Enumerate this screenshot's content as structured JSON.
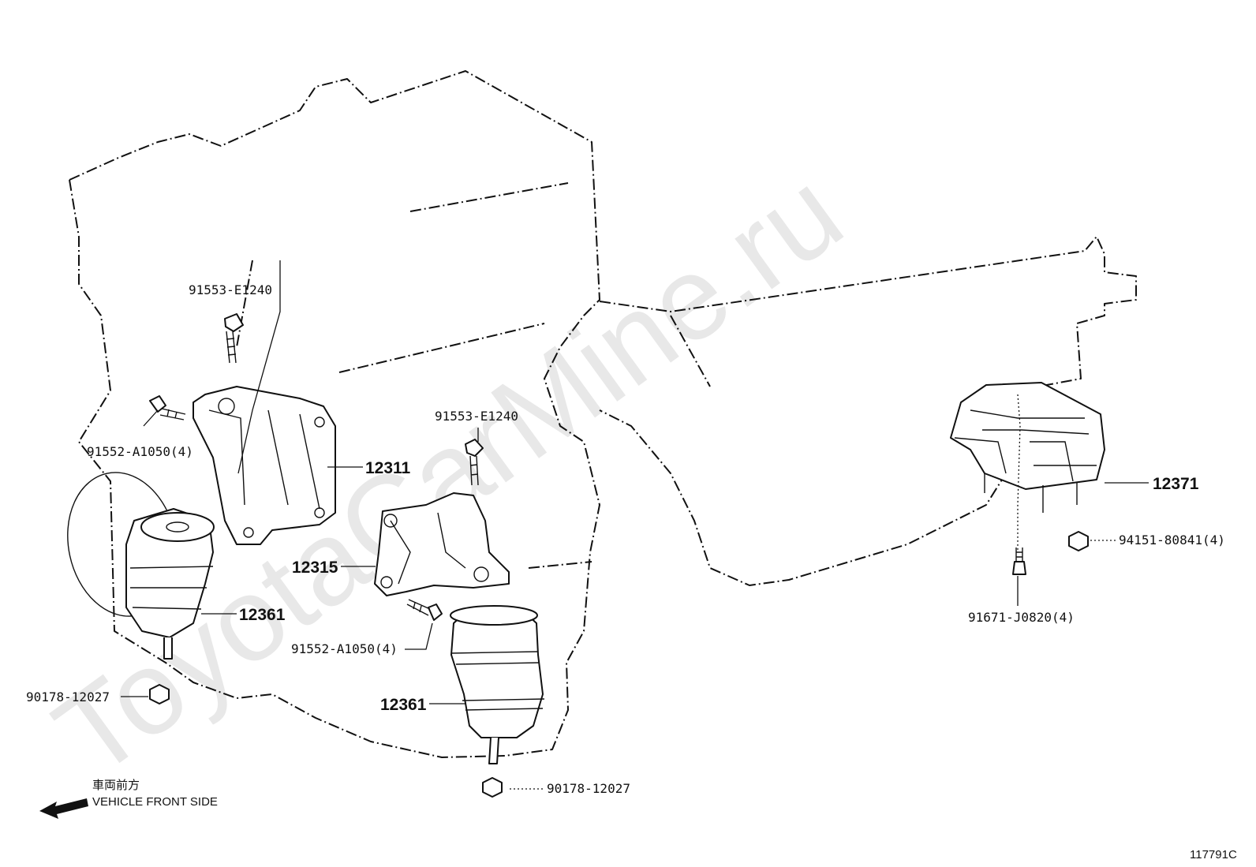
{
  "watermark": "ToyotaCarMine.ru",
  "parts": {
    "bolt_top_left": "91553-E1240",
    "bolt_left": "91552-A1050(4)",
    "bracket_left": "12311",
    "insulator_left": "12361",
    "nut_left": "90178-12027",
    "bolt_top_center": "91553-E1240",
    "bracket_center": "12315",
    "bolt_center": "91552-A1050(4)",
    "insulator_center": "12361",
    "nut_center": "90178-12027",
    "rear_mount": "12371",
    "nut_rear": "94151-80841(4)",
    "bolt_rear": "91671-J0820(4)"
  },
  "direction": {
    "japanese": "車両前方",
    "english": "VEHICLE FRONT SIDE"
  },
  "figure_id": "117791C"
}
